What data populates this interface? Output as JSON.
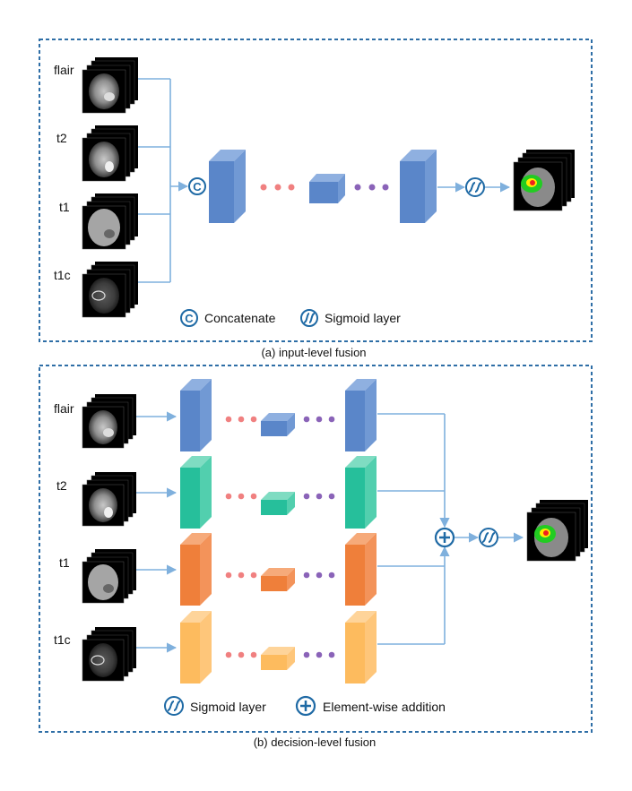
{
  "panel_a": {
    "caption": "(a) input-level fusion",
    "modalities": [
      "flair",
      "t2",
      "t1",
      "t1c"
    ],
    "legend": {
      "concatenate": "Concatenate",
      "sigmoid": "Sigmoid layer"
    },
    "concat_symbol": "C"
  },
  "panel_b": {
    "caption": "(b) decision-level fusion",
    "modalities": [
      "flair",
      "t2",
      "t1",
      "t1c"
    ],
    "legend": {
      "sigmoid": "Sigmoid layer",
      "addition": "Element-wise addition"
    },
    "add_symbol": "+"
  },
  "colors": {
    "frame": "#2e6ea6",
    "arrow": "#7fb0dd",
    "op_icon": "#1f6aa5",
    "blue_block": "#5a86c9",
    "teal_block": "#26bf9b",
    "orange_block": "#ef7f3a",
    "yellow_block": "#fdbb5e",
    "red_dots": "#f08080",
    "purple_dots": "#8a63b8"
  }
}
